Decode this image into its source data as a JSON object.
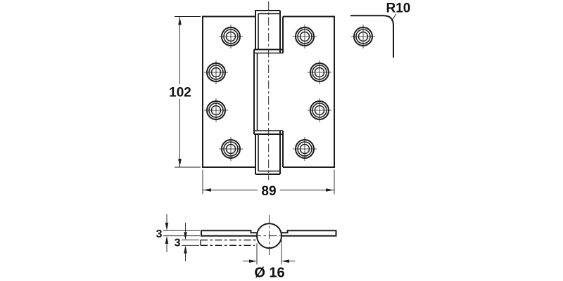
{
  "colors": {
    "line": "#1c1c1c",
    "text": "#111111",
    "background": "#ffffff"
  },
  "front_view": {
    "height_label": "102",
    "width_label": "89"
  },
  "corner_detail": {
    "radius_label": "R10"
  },
  "profile_view": {
    "upper_thickness_label": "3",
    "lower_thickness_label": "3",
    "diameter_label": "Ø 16"
  }
}
